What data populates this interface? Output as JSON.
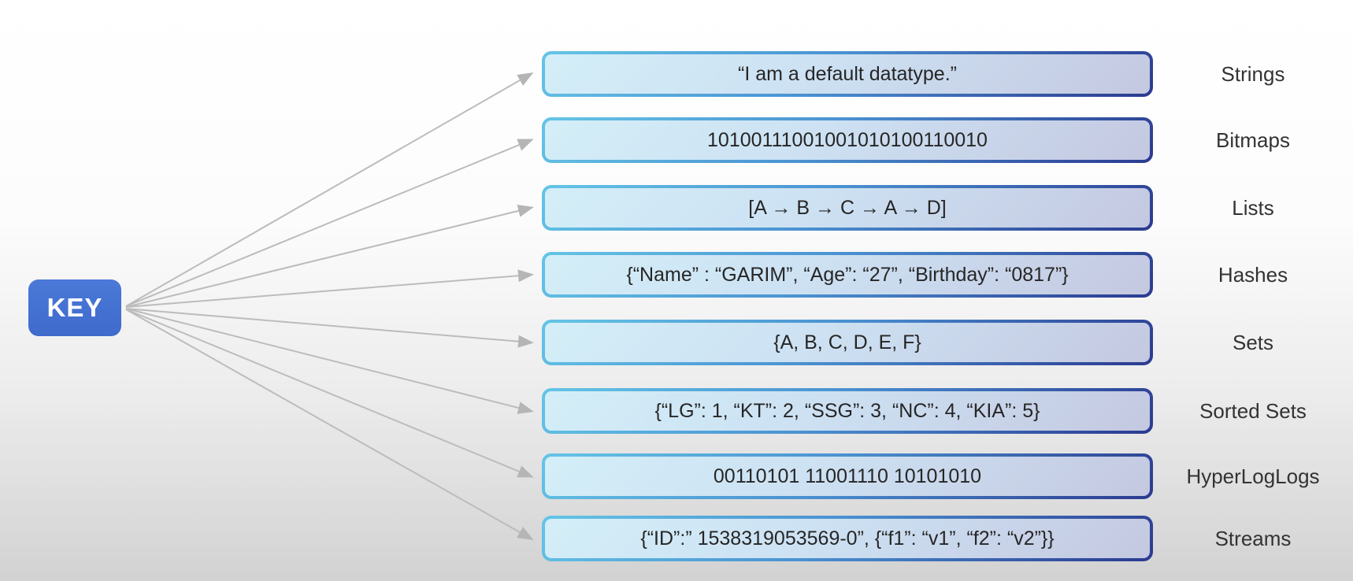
{
  "diagram": {
    "key_label": "KEY",
    "rows": [
      {
        "value": "“I am a default datatype.”",
        "label": "Strings"
      },
      {
        "value": "10100111001001010100110010",
        "label": "Bitmaps"
      },
      {
        "value": "[A → B → C → A → D]",
        "label": "Lists"
      },
      {
        "value": "{“Name” : “GARIM”, “Age”: “27”, “Birthday”: “0817”}",
        "label": "Hashes"
      },
      {
        "value": "{A, B, C, D, E, F}",
        "label": "Sets"
      },
      {
        "value": "{“LG”: 1, “KT”: 2, “SSG”: 3, “NC”: 4, “KIA”: 5}",
        "label": "Sorted Sets"
      },
      {
        "value": "00110101 11001110 10101010",
        "label": "HyperLogLogs"
      },
      {
        "value": "{“ID”:” 1538319053569-0”, {“f1”: “v1”, “f2”: “v2”}}",
        "label": "Streams"
      }
    ],
    "colors": {
      "key_box_blue": "#4472d0",
      "border_gradient_light": "#64c5e6",
      "border_gradient_dark": "#2b3a90",
      "arrow_gray": "#b9b9b9",
      "text_dark": "#262626"
    }
  }
}
